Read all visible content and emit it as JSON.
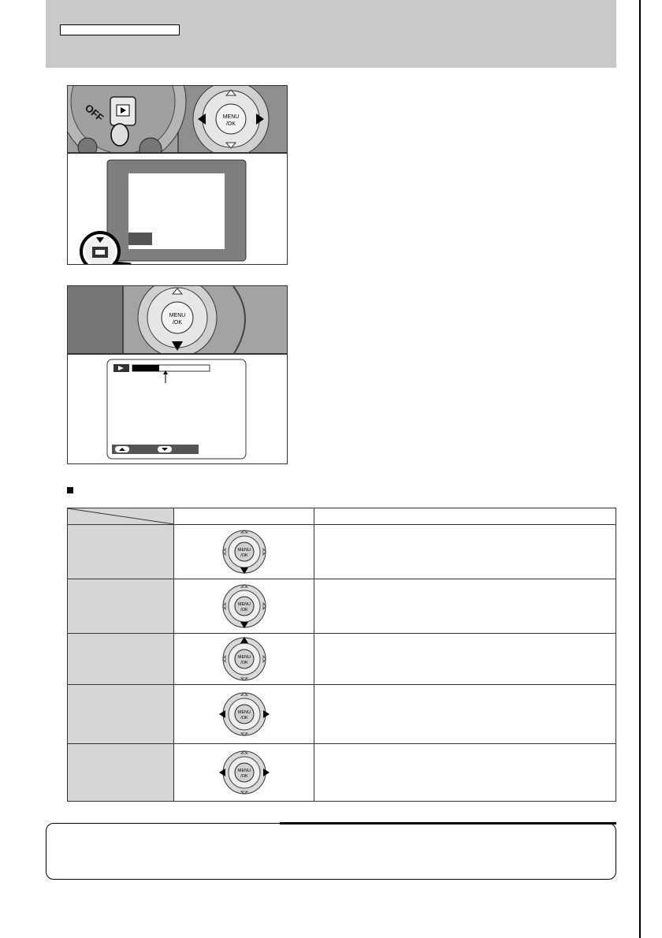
{
  "colors": {
    "header_band": "#c9c9c9",
    "label_cell": "#d6d6d6",
    "camera_body": "#9a9a9a",
    "dial_ring": "#e4e4e4",
    "lcd_frame": "#888888"
  },
  "camera_panel_1": {
    "mode_dial_text": "OFF",
    "menu_button_text": [
      "MENU",
      "/OK"
    ]
  },
  "camera_panel_2": {
    "menu_button_text": [
      "MENU",
      "/OK"
    ]
  },
  "table": {
    "rows": [
      {
        "control_icon": "dpad-press-down-icon",
        "menu_text": [
          "MENU",
          "/OK"
        ]
      },
      {
        "control_icon": "dpad-press-down-icon",
        "menu_text": [
          "MENU",
          "/OK"
        ]
      },
      {
        "control_icon": "dpad-press-up-icon",
        "menu_text": [
          "MENU",
          "/OK"
        ]
      },
      {
        "control_icon": "dpad-press-left-right-icon",
        "menu_text": [
          "MENU",
          "/OK"
        ]
      },
      {
        "control_icon": "dpad-press-left-right-icon",
        "menu_text": [
          "MENU",
          "/OK"
        ]
      }
    ]
  }
}
